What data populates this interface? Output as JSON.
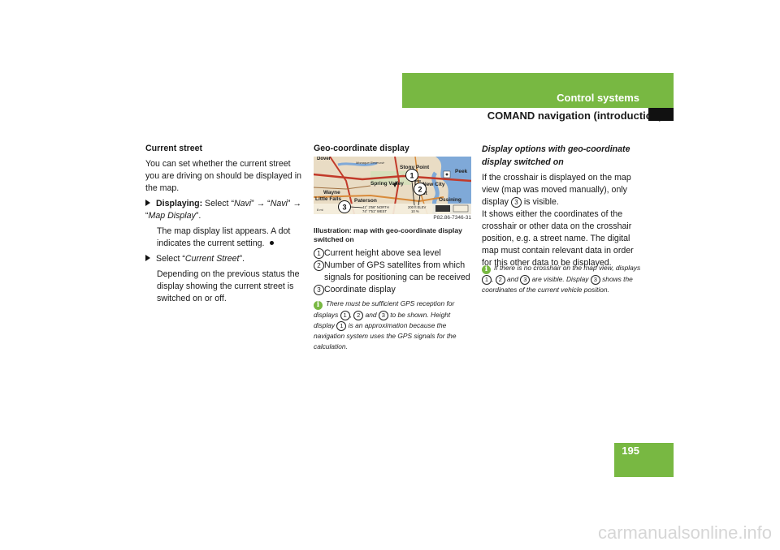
{
  "header": {
    "title": "Control systems",
    "subtitle": "COMAND navigation (introduction)"
  },
  "page_number": "195",
  "col1": {
    "heading": "Current street",
    "intro": "You can set whether the current street you are driving on should be displayed in the map.",
    "step1_label": "Displaying:",
    "step1_text": " Select “",
    "step1_navi1": "Navi",
    "step1_mid": "” → “",
    "step1_navi2": "Navi",
    "step1_mid2": "” → “",
    "step1_map": "Map Display",
    "step1_end": "”.",
    "step1_note": "The map display list appears. A dot indicates the current setting.",
    "step2_text": "Select “",
    "step2_em": "Current Street",
    "step2_end": "”.",
    "step2_note": "Depending on the previous status the display showing the current street is switched on or off."
  },
  "col2": {
    "heading": "Geo-coordinate display",
    "figure_id": "P82.86-7346-31",
    "caption": "Illustration: map with geo-coordinate display switched on",
    "legend": [
      {
        "num": "1",
        "text": "Current height above sea level"
      },
      {
        "num": "2",
        "text": "Number of GPS satellites from which signals for positioning can be received"
      },
      {
        "num": "3",
        "text": "Coordinate display"
      }
    ],
    "note_a": "There must be sufficient GPS reception for displays ",
    "note_b": " and ",
    "note_c": " to be shown. Height display ",
    "note_d": " is an approximation because the navigation system uses the GPS signals for the calculation.",
    "map_labels": {
      "dover": "Dover",
      "reservoir": "Monaque Reservoir",
      "stony_point": "Stony Point",
      "peek": "Peek",
      "spring_valley": "Spring Valley",
      "new_city": "New City",
      "wayne": "Wayne",
      "st": "st",
      "little_falls": "Little Falls",
      "paterson": "Paterson",
      "ossining": "Ossining",
      "coord_lat": "41° 3'56\" NORTH",
      "coord_lon": "74° 7'51\" WEST",
      "elev": "200 ft ELEV",
      "sats": "10 %",
      "scale": "8 mi"
    }
  },
  "col3": {
    "heading": "Display options with geo-coordinate display switched on",
    "p1_a": "If the crosshair is displayed on the map view (map was moved manually), only display ",
    "p1_b": " is visible.",
    "p2": "It shows either the coordinates of the crosshair or other data on the crosshair position, e.g. a street name. The digital map must contain relevant data in order for this other data to be displayed.",
    "note_a": "If there is no crosshair on the map view, displays ",
    "note_b": " and ",
    "note_c": " are visible. Display ",
    "note_d": " shows the coordinates of the current vehicle position."
  },
  "watermark": "carmanualsonline.info",
  "colors": {
    "accent": "#78b842",
    "black": "#111111"
  }
}
